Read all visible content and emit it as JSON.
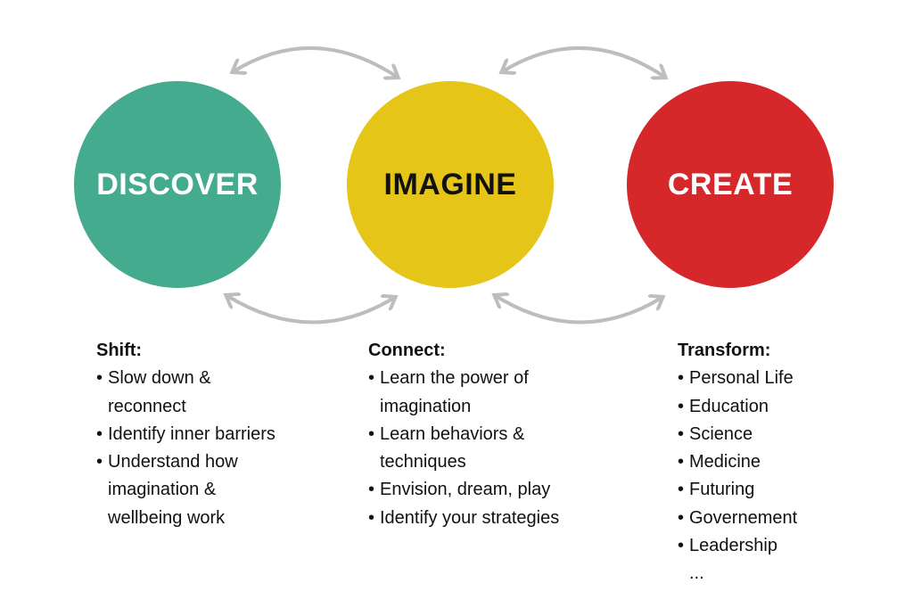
{
  "colors": {
    "discover": "#45ab8e",
    "imagine": "#e5c618",
    "create": "#d6282b",
    "arrow": "#bdbdbd"
  },
  "stages": [
    {
      "title": "DISCOVER",
      "heading": "Shift:",
      "items": [
        "Slow down & reconnect",
        "Identify inner barriers",
        "Understand how imagination & wellbeing work"
      ]
    },
    {
      "title": "IMAGINE",
      "heading": "Connect:",
      "items": [
        "Learn the power of imagination",
        "Learn behaviors & techniques",
        "Envision, dream, play",
        "Identify your strategies"
      ]
    },
    {
      "title": "CREATE",
      "heading": "Transform:",
      "items": [
        "Personal Life",
        "Education",
        "Science",
        "Medicine",
        "Futuring",
        "Governement",
        "Leadership"
      ],
      "more": "..."
    }
  ]
}
